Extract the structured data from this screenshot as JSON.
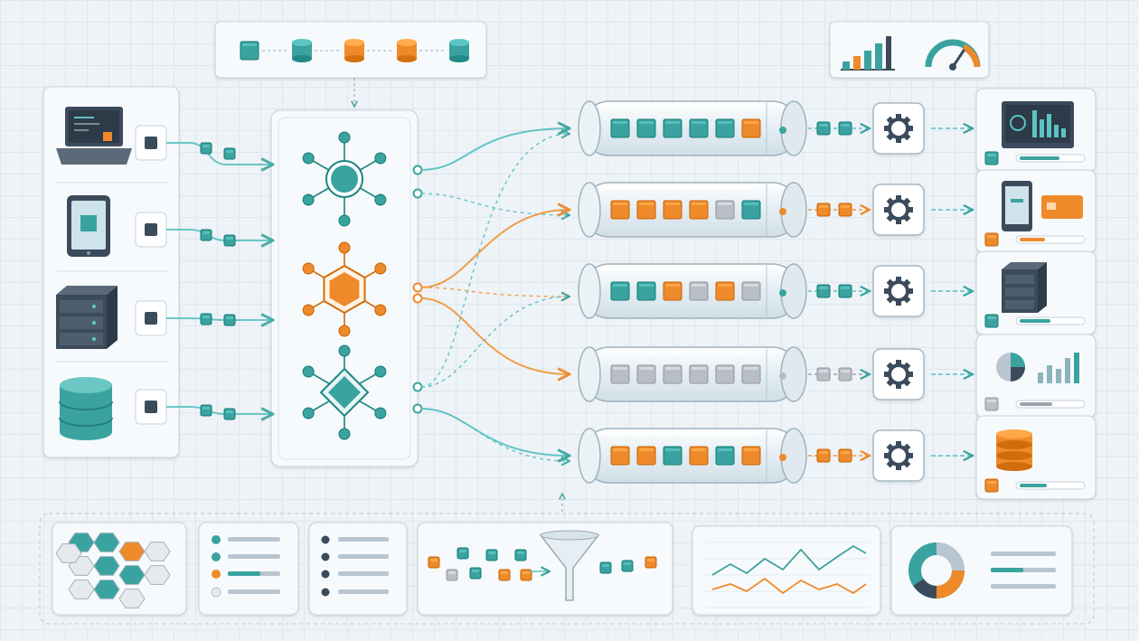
{
  "colors": {
    "teal": "#3aa39f",
    "teal_dark": "#25807d",
    "orange": "#ef8a2b",
    "gray": "#b9bec4",
    "slate": "#3b4b5c",
    "panel": "#f7fafc",
    "border": "#c7d2dc",
    "connector_teal": "#5cc2c4",
    "connector_orange": "#f09a3e"
  },
  "legend_strip": [
    "teal",
    "teal",
    "orange",
    "orange",
    "teal"
  ],
  "top_right_widgets": [
    "bar-chart-icon",
    "gauge-icon"
  ],
  "sources": [
    {
      "icon": "laptop-icon"
    },
    {
      "icon": "tablet-icon"
    },
    {
      "icon": "server-icon"
    },
    {
      "icon": "database-icon"
    }
  ],
  "router_nodes": [
    {
      "icon": "hub-circle-icon",
      "color": "teal"
    },
    {
      "icon": "hub-hexagon-icon",
      "color": "orange"
    },
    {
      "icon": "hub-diamond-icon",
      "color": "teal"
    }
  ],
  "queues": [
    {
      "items": [
        "teal",
        "teal",
        "teal",
        "teal",
        "teal",
        "orange"
      ],
      "processor": "gear-icon",
      "output_icon": "monitor-dashboard-icon"
    },
    {
      "items": [
        "orange",
        "orange",
        "orange",
        "orange",
        "gray",
        "teal"
      ],
      "processor": "gear-icon",
      "output_icon": "mobile-card-icon"
    },
    {
      "items": [
        "teal",
        "teal",
        "orange",
        "gray",
        "orange",
        "gray"
      ],
      "processor": "gear-icon",
      "output_icon": "server-rack-icon"
    },
    {
      "items": [
        "gray",
        "gray",
        "gray",
        "gray",
        "gray",
        "gray"
      ],
      "processor": "gear-icon",
      "output_icon": "analytics-charts-icon"
    },
    {
      "items": [
        "orange",
        "orange",
        "teal",
        "orange",
        "teal",
        "orange"
      ],
      "processor": "gear-icon",
      "output_icon": "database-stack-icon"
    }
  ],
  "bottom_panels": [
    {
      "icon": "hexagon-cluster-icon"
    },
    {
      "icon": "status-list-icon"
    },
    {
      "icon": "checklist-icon"
    },
    {
      "icon": "funnel-filter-icon"
    },
    {
      "icon": "line-chart-icon"
    },
    {
      "icon": "donut-chart-icon"
    }
  ]
}
